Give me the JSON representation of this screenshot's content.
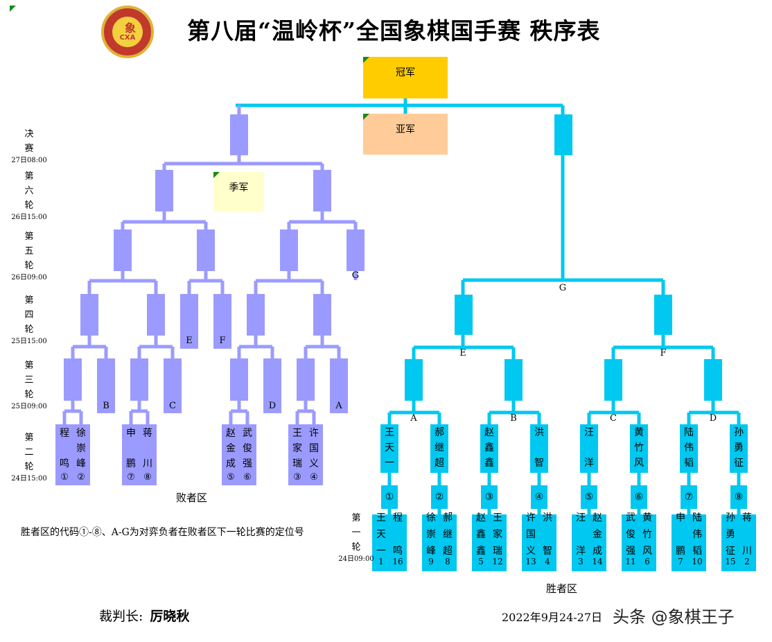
{
  "title": "第八届“温岭杯”全国象棋国手赛  秩序表",
  "logo": {
    "glyph": "象",
    "text": "CXA"
  },
  "places": {
    "champion": "冠军",
    "runner_up": "亚军",
    "third": "季军"
  },
  "rounds": {
    "final": {
      "lines": [
        "决",
        "赛"
      ],
      "time": "27日08:00"
    },
    "r6": {
      "lines": [
        "第",
        "六",
        "轮"
      ],
      "time": "26日15:00"
    },
    "r5": {
      "lines": [
        "第",
        "五",
        "轮"
      ],
      "time": "26日09:00"
    },
    "r4": {
      "lines": [
        "第",
        "四",
        "轮"
      ],
      "time": "25日15:00"
    },
    "r3": {
      "lines": [
        "第",
        "三",
        "轮"
      ],
      "time": "25日09:00"
    },
    "r2": {
      "lines": [
        "第",
        "二",
        "轮"
      ],
      "time": "24日15:00"
    },
    "r1": {
      "lines": [
        "第",
        "一",
        "轮"
      ],
      "time": "24日09:00"
    }
  },
  "first_round": [
    {
      "a": [
        "王",
        "天",
        "一"
      ],
      "a_seed": "1",
      "b": [
        "程",
        "",
        "鸣"
      ],
      "b_seed": "16"
    },
    {
      "a": [
        "徐",
        "崇",
        "峰"
      ],
      "a_seed": "9",
      "b": [
        "郝",
        "继",
        "超"
      ],
      "b_seed": "8"
    },
    {
      "a": [
        "赵",
        "鑫",
        "鑫"
      ],
      "a_seed": "5",
      "b": [
        "王",
        "家",
        "瑞"
      ],
      "b_seed": "12"
    },
    {
      "a": [
        "许",
        "国",
        "义"
      ],
      "a_seed": "13",
      "b": [
        "洪",
        "",
        "智"
      ],
      "b_seed": "4"
    },
    {
      "a": [
        "汪",
        "",
        "洋"
      ],
      "a_seed": "3",
      "b": [
        "赵",
        "金",
        "成"
      ],
      "b_seed": "14"
    },
    {
      "a": [
        "武",
        "俊",
        "强"
      ],
      "a_seed": "11",
      "b": [
        "黄",
        "竹",
        "风"
      ],
      "b_seed": "6"
    },
    {
      "a": [
        "申",
        "",
        "鹏"
      ],
      "a_seed": "7",
      "b": [
        "陆",
        "伟",
        "韬"
      ],
      "b_seed": "10"
    },
    {
      "a": [
        "孙",
        "勇",
        "征"
      ],
      "a_seed": "15",
      "b": [
        "蒋",
        "",
        "川"
      ],
      "b_seed": "2"
    }
  ],
  "match_codes": [
    "①",
    "②",
    "③",
    "④",
    "⑤",
    "⑥",
    "⑦",
    "⑧"
  ],
  "winners_r2": [
    [
      "王",
      "天",
      "一"
    ],
    [
      "郝",
      "继",
      "超"
    ],
    [
      "赵",
      "鑫",
      "鑫"
    ],
    [
      "洪",
      "",
      "智"
    ],
    [
      "汪",
      "",
      "洋"
    ],
    [
      "黄",
      "竹",
      "风"
    ],
    [
      "陆",
      "伟",
      "韬"
    ],
    [
      "孙",
      "勇",
      "征"
    ]
  ],
  "losers_r2": [
    {
      "a": [
        "程",
        "",
        "鸣"
      ],
      "a_code": "①",
      "b": [
        "徐",
        "崇",
        "峰"
      ],
      "b_code": "②"
    },
    {
      "a": [
        "申",
        "",
        "鹏"
      ],
      "a_code": "⑦",
      "b": [
        "蒋",
        "",
        "川"
      ],
      "b_code": "⑧"
    },
    {
      "a": [
        "赵",
        "金",
        "成"
      ],
      "a_code": "⑤",
      "b": [
        "武",
        "俊",
        "强"
      ],
      "b_code": "⑥"
    },
    {
      "a": [
        "王",
        "家",
        "瑞"
      ],
      "a_code": "③",
      "b": [
        "许",
        "国",
        "义"
      ],
      "b_code": "④"
    }
  ],
  "letters": {
    "winner_side": [
      "A",
      "B",
      "C",
      "D",
      "E",
      "F",
      "G"
    ],
    "loser_r3": [
      "B",
      "C",
      "D",
      "A"
    ],
    "loser_r4": [
      "E",
      "F"
    ],
    "loser_r5": "G"
  },
  "winners_area": "胜者区",
  "losers_area": "败者区",
  "note": "胜者区的代码①-⑧、A-G为对弈负者在败者区下一轮比赛的定位号",
  "chief_referee_label": "裁判长:",
  "chief_referee_name": "厉晓秋",
  "dates": "2022年9月24-27日",
  "watermark": "头条 @象棋王子",
  "colors": {
    "winners": "#00c8f0",
    "losers": "#9b9bff",
    "champion": "#ffcc00",
    "runner_up": "#ffcc99",
    "third": "#ffffcc",
    "corner": "#1a8a1a"
  }
}
